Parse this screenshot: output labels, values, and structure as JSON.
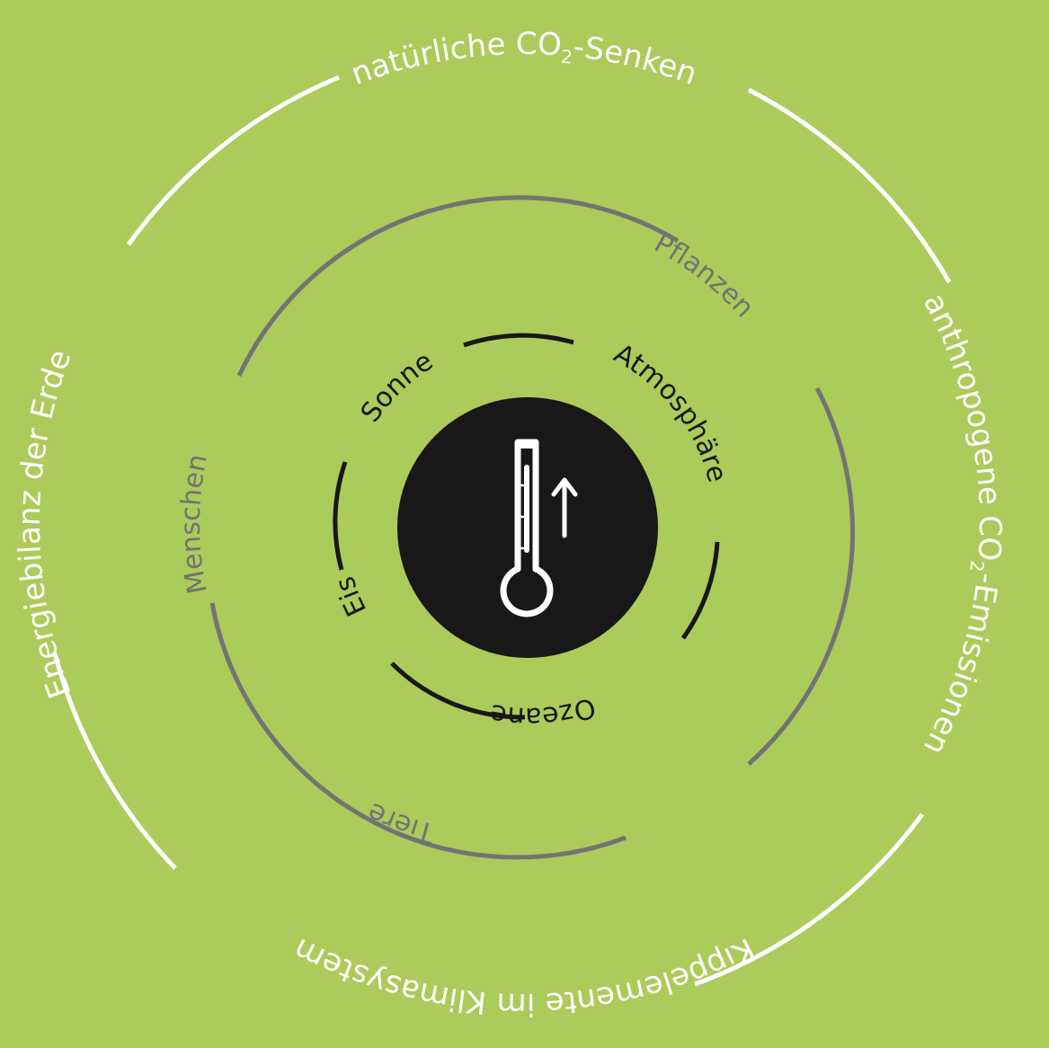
{
  "colors": {
    "background": "#abcb5a",
    "outer_ring": "#ffffff",
    "middle_ring": "#737373",
    "inner_ring": "#1a1718",
    "core": "#1a1718",
    "thermometer": "#ffffff"
  },
  "outer_ring": {
    "top": {
      "main": "natürliche CO",
      "subscript": "2",
      "tail": "-Senken"
    },
    "right": {
      "main": "anthropogene CO",
      "subscript": "2",
      "tail": "-Emissionen"
    },
    "bottom": "Kippelemente im Klimasystem",
    "left": "Energiebilanz der Erde"
  },
  "middle_ring": {
    "top_right": "Pflanzen",
    "left": "Menschen",
    "bottom": "Tiere"
  },
  "inner_ring": {
    "top_left": "Sonne",
    "right": "Atmosphäre",
    "bottom": "Ozeane",
    "left": "Eis"
  },
  "center": {
    "icon": "thermometer-rising-icon"
  }
}
